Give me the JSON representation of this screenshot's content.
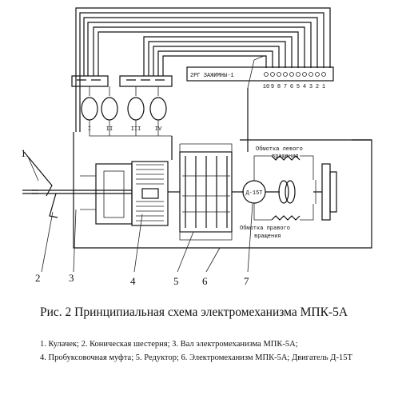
{
  "figure": {
    "caption": "Рис. 2 Принципиальная схема электромеханизма МПК-5А",
    "legend_line_1": "1. Кулачек; 2. Коническая шестерня; 3. Вал электромеханизма МПК-5А;",
    "legend_line_2": "4. Пробуксовочная муфта; 5. Редуктор; 6. Электромеханизм МПК-5А; Двигатель Д-15Т"
  },
  "diagram": {
    "terminal_block_label": "2РГ ЗАЖИМНЫ-1",
    "terminal_numbers": [
      "10",
      "9",
      "8",
      "7",
      "6",
      "5",
      "4",
      "3",
      "2",
      "1"
    ],
    "contact_labels": [
      "I",
      "II",
      "III",
      "IV"
    ],
    "motor_label": "Д-15Т",
    "winding_left_label_line1": "Обмотка левого",
    "winding_left_label_line2": "вращения",
    "winding_right_label_line1": "Обмотка правого",
    "winding_right_label_line2": "вращения",
    "callouts": [
      "1",
      "2",
      "3",
      "4",
      "5",
      "6",
      "7"
    ]
  }
}
